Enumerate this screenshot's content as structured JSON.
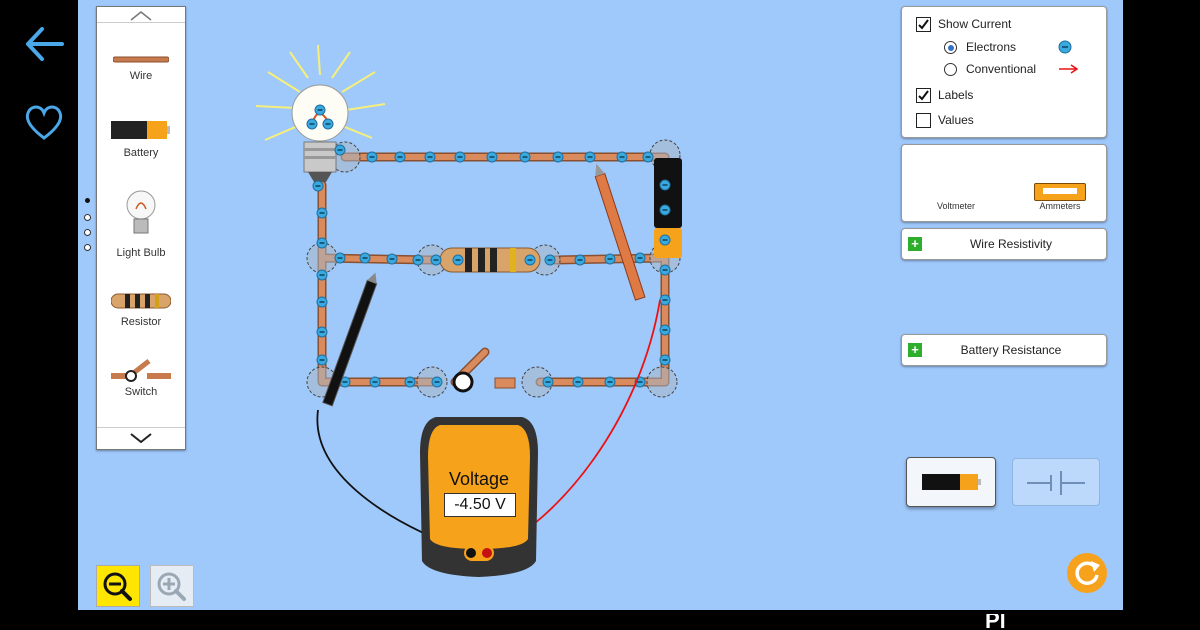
{
  "app": {
    "brand_partial": "Pl"
  },
  "nav": {
    "back_icon": "back-arrow-icon",
    "favorite_icon": "heart-icon"
  },
  "toolbox": {
    "items": [
      {
        "label": "Wire",
        "icon": "wire-icon"
      },
      {
        "label": "Battery",
        "icon": "battery-icon"
      },
      {
        "label": "Light Bulb",
        "icon": "light-bulb-icon"
      },
      {
        "label": "Resistor",
        "icon": "resistor-icon"
      },
      {
        "label": "Switch",
        "icon": "switch-icon"
      }
    ],
    "page_count": 4,
    "active_page": 1
  },
  "options": {
    "show_current": {
      "label": "Show Current",
      "checked": true
    },
    "electrons": {
      "label": "Electrons",
      "selected": true
    },
    "conventional": {
      "label": "Conventional",
      "selected": false
    },
    "labels": {
      "label": "Labels",
      "checked": true
    },
    "values": {
      "label": "Values",
      "checked": false
    }
  },
  "instruments": {
    "voltmeter_label": "Voltmeter",
    "ammeters_label": "Ammeters"
  },
  "wire_resistivity": {
    "label": "Wire Resistivity"
  },
  "battery_resistance": {
    "label": "Battery Resistance"
  },
  "voltmeter": {
    "title": "Voltage",
    "reading": "-4.50 V"
  },
  "colors": {
    "background": "#9fc8fb",
    "wire": "#c77a4e",
    "electron": "#3aa9e0",
    "meter_orange": "#f6a21a",
    "probe_red": "#ee1111",
    "probe_black": "#111111",
    "zoom_active": "#ffe600"
  }
}
